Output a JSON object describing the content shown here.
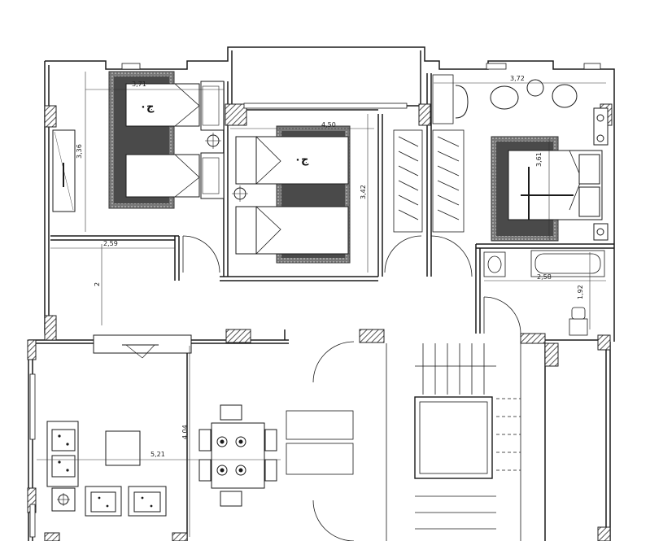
{
  "dimensions": {
    "bedroom_left_width": "3,71",
    "bedroom_left_depth": "3,36",
    "bedroom_middle_width": "4,50",
    "bedroom_middle_depth": "3,42",
    "master_width": "3,72",
    "master_depth": "3,61",
    "corridor_width": "2,59",
    "corridor_depth": "2",
    "bathroom_width": "2,58",
    "bathroom_depth": "1,92",
    "living_width": "5,21",
    "living_depth": "4,04"
  },
  "room_labels": {
    "bed_left": "ج٠",
    "bed_middle": "ج٠"
  },
  "colors": {
    "line": "#1a1a1a",
    "rug": "#4a4a4a",
    "hatch": "#555555"
  }
}
